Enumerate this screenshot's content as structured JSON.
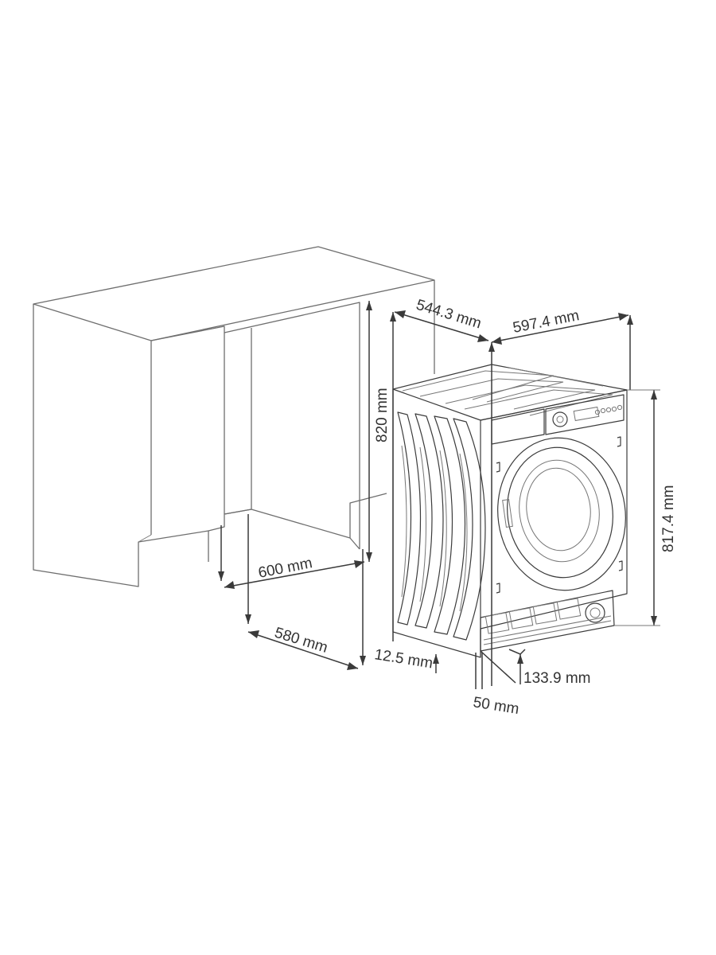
{
  "diagram": {
    "dimensions": {
      "depth_machine": "544.3 mm",
      "width_machine": "597.4 mm",
      "niche_height": "820 mm",
      "machine_height": "817.4 mm",
      "niche_width": "600 mm",
      "niche_depth": "580 mm",
      "offset_front": "12.5 mm",
      "offset_bottom": "50 mm",
      "plinth_height": "133.9 mm"
    },
    "colors": {
      "line": "#6e6e6e",
      "machine_line": "#3c3c3c",
      "text": "#333333"
    }
  }
}
